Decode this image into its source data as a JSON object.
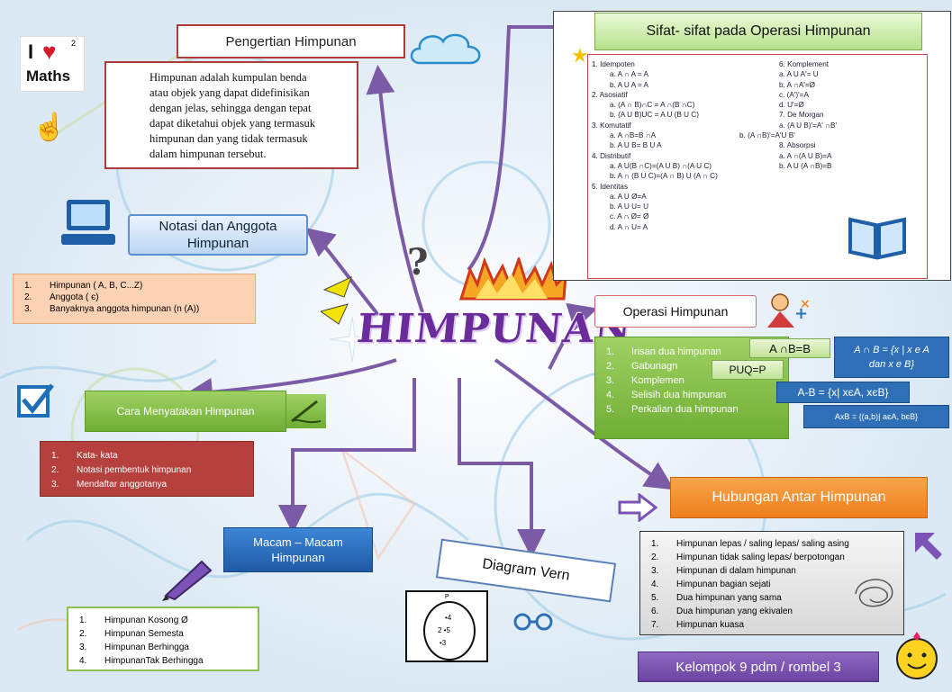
{
  "colors": {
    "arrow": "#7b5aa6",
    "red_border": "#b03a3a",
    "green": "#7db945",
    "blue": "#2f6fb8",
    "orange": "#f08a24",
    "purple": "#7b4fa8"
  },
  "center": {
    "title": "HIMPUNAN"
  },
  "pengertian": {
    "title": "Pengertian Himpunan",
    "text": [
      "Himpunan adalah kumpulan benda",
      "atau objek yang dapat didefinisikan",
      "dengan jelas, sehingga dengan tepat",
      "dapat diketahui objek yang termasuk",
      "himpunan dan yang tidak termasuk",
      "dalam himpunan tersebut."
    ]
  },
  "notasi": {
    "title_line1": "Notasi dan Anggota",
    "title_line2": "Himpunan",
    "items": [
      {
        "n": "1.",
        "t": "Himpunan ( A, B, C...Z)"
      },
      {
        "n": "2.",
        "t": "Anggota ( є)"
      },
      {
        "n": "3.",
        "t": "Banyaknya anggota himpunan (n (A))"
      }
    ]
  },
  "cara": {
    "title": "Cara Menyatakan Himpunan",
    "items": [
      {
        "n": "1.",
        "t": "Kata- kata"
      },
      {
        "n": "2.",
        "t": "Notasi pembentuk himpunan"
      },
      {
        "n": "3.",
        "t": "Mendaftar anggotanya"
      }
    ]
  },
  "macam": {
    "title_line1": "Macam – Macam",
    "title_line2": "Himpunan",
    "items": [
      {
        "n": "1.",
        "t": "Himpunan Kosong Ø"
      },
      {
        "n": "2.",
        "t": "Himpunan Semesta"
      },
      {
        "n": "3.",
        "t": "Himpunan Berhingga"
      },
      {
        "n": "4.",
        "t": "HimpunanTak Berhingga"
      }
    ]
  },
  "diagram": {
    "title": "Diagram Vern",
    "venn_label": "P",
    "venn_values": [
      "•4",
      "2 •5",
      "•3"
    ]
  },
  "sifat": {
    "title": "Sifat-  sifat pada Operasi Himpunan",
    "left": [
      "1.      Idempoten",
      "a. A ∩ A = A",
      "b. A U A = A",
      "2. Asosiatif",
      "a. (A ∩ B)∩C = A ∩(B ∩C)",
      "b. (A U B)UC = A U (B U C)",
      "3. Komutatif",
      "a. A ∩B=B ∩A",
      "b. A U B= B U A",
      "4. Distributif",
      "a. A U(B ∩C)=(A U B) ∩(A U C)",
      "b. A ∩ (B U C)=(A ∩ B) U (A ∩ C)",
      "5. Identitas",
      "a. A U Ø=A",
      "b. A U U= U",
      "c. A ∩ Ø= Ø",
      "d. A ∩ U= A"
    ],
    "right": [
      "6. Komplement",
      "a. A U A'= U",
      "b. A ∩A'=Ø",
      "c. (A')'=A",
      "d. U'=Ø",
      "7. De Morgan",
      "a. (A U B)'=A' ∩B'",
      "b. (A ∩B)'=A'U B'",
      "8. Absorpsi",
      "a. A ∩(A U B)=A",
      "b. A U (A ∩B)=B"
    ]
  },
  "operasi": {
    "title": "Operasi Himpunan",
    "items": [
      {
        "n": "1.",
        "t": "Irisan dua himpunan"
      },
      {
        "n": "2.",
        "t": "Gabunagn"
      },
      {
        "n": "3.",
        "t": "Komplemen"
      },
      {
        "n": "4.",
        "t": "Selisih dua himpunan"
      },
      {
        "n": "5.",
        "t": "Perkalian dua himpunan"
      }
    ],
    "f_irisan": "A ∩B=B",
    "f_gabungan": "PUQ=P",
    "f_irisan_def_line1": "A ∩ B = {x | x e A",
    "f_irisan_def_line2": "dan x e B}",
    "f_selisih": "A-B = {x|  xєA, xєB}",
    "f_kali": "AxB = {(a,b)| aєA, bєB}"
  },
  "hubungan": {
    "title": "Hubungan Antar Himpunan",
    "items": [
      {
        "n": "1.",
        "t": "Himpunan lepas / saling lepas/ saling asing"
      },
      {
        "n": "2.",
        "t": "Himpunan tidak saling lepas/ berpotongan"
      },
      {
        "n": "3.",
        "t": "Himpunan di dalam himpunan"
      },
      {
        "n": "4.",
        "t": "Himpunan bagian sejati"
      },
      {
        "n": "5.",
        "t": "Dua himpunan  yang sama"
      },
      {
        "n": "6.",
        "t": "Dua himpunan yang ekivalen"
      },
      {
        "n": "7.",
        "t": "Himpunan kuasa"
      }
    ]
  },
  "kelompok": {
    "text": "Kelompok 9 pdm  / rombel 3"
  },
  "logo": {
    "i": "I",
    "maths": "Maths",
    "sup": "2"
  }
}
